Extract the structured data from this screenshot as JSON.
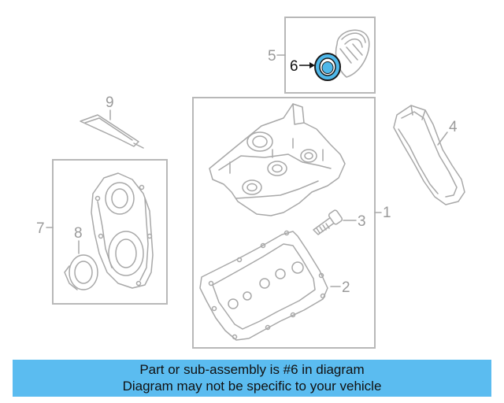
{
  "diagram": {
    "callouts": [
      {
        "id": "1",
        "label": "1"
      },
      {
        "id": "2",
        "label": "2"
      },
      {
        "id": "3",
        "label": "3"
      },
      {
        "id": "4",
        "label": "4"
      },
      {
        "id": "5",
        "label": "5"
      },
      {
        "id": "6",
        "label": "6"
      },
      {
        "id": "7",
        "label": "7"
      },
      {
        "id": "8",
        "label": "8"
      },
      {
        "id": "9",
        "label": "9"
      }
    ],
    "highlight_color": "#4fb8ea",
    "line_color": "#a8a8a8"
  },
  "banner": {
    "line1": "Part or sub-assembly is #6 in diagram",
    "line2": "Diagram may not be specific to your vehicle",
    "color": "#5bbcf0"
  }
}
